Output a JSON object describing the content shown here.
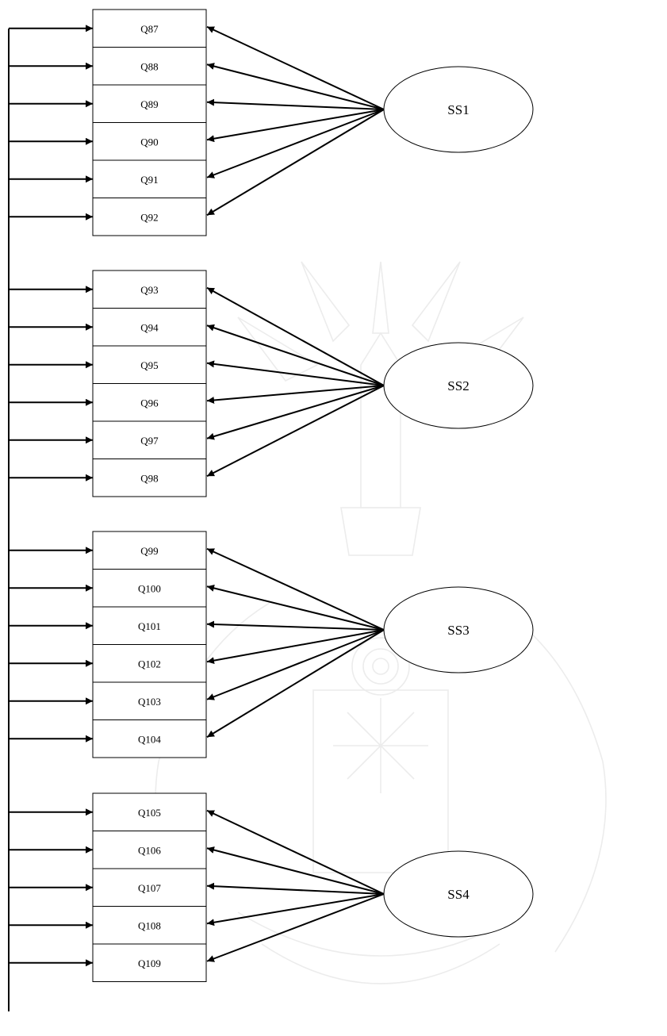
{
  "diagram": {
    "groups": [
      {
        "factor": "SS1",
        "items": [
          "Q87",
          "Q88",
          "Q89",
          "Q90",
          "Q91",
          "Q92"
        ]
      },
      {
        "factor": "SS2",
        "items": [
          "Q93",
          "Q94",
          "Q95",
          "Q96",
          "Q97",
          "Q98"
        ]
      },
      {
        "factor": "SS3",
        "items": [
          "Q99",
          "Q100",
          "Q101",
          "Q102",
          "Q103",
          "Q104"
        ]
      },
      {
        "factor": "SS4",
        "items": [
          "Q105",
          "Q106",
          "Q107",
          "Q108",
          "Q109"
        ]
      }
    ],
    "colors": {
      "ink": "#000000",
      "watermark": "#ececec"
    }
  }
}
